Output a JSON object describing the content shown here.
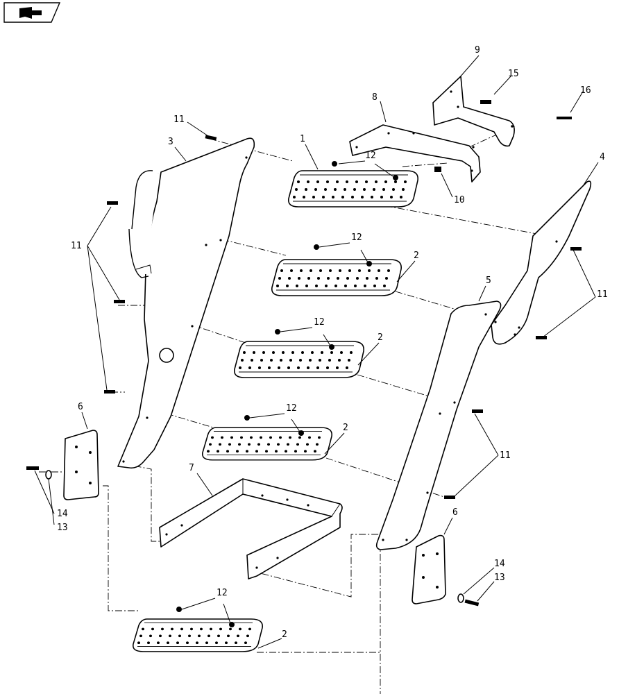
{
  "toolbar": {
    "nav_icon": "book-arrow-icon"
  },
  "labels": {
    "l1": "1",
    "l2": "2",
    "l3": "3",
    "l4": "4",
    "l5": "5",
    "l6": "6",
    "l7": "7",
    "l8": "8",
    "l9": "9",
    "l10": "10",
    "l11": "11",
    "l12": "12",
    "l13": "13",
    "l14": "14",
    "l15": "15",
    "l16": "16"
  },
  "colors": {
    "ink": "#000000",
    "paper": "#ffffff"
  }
}
